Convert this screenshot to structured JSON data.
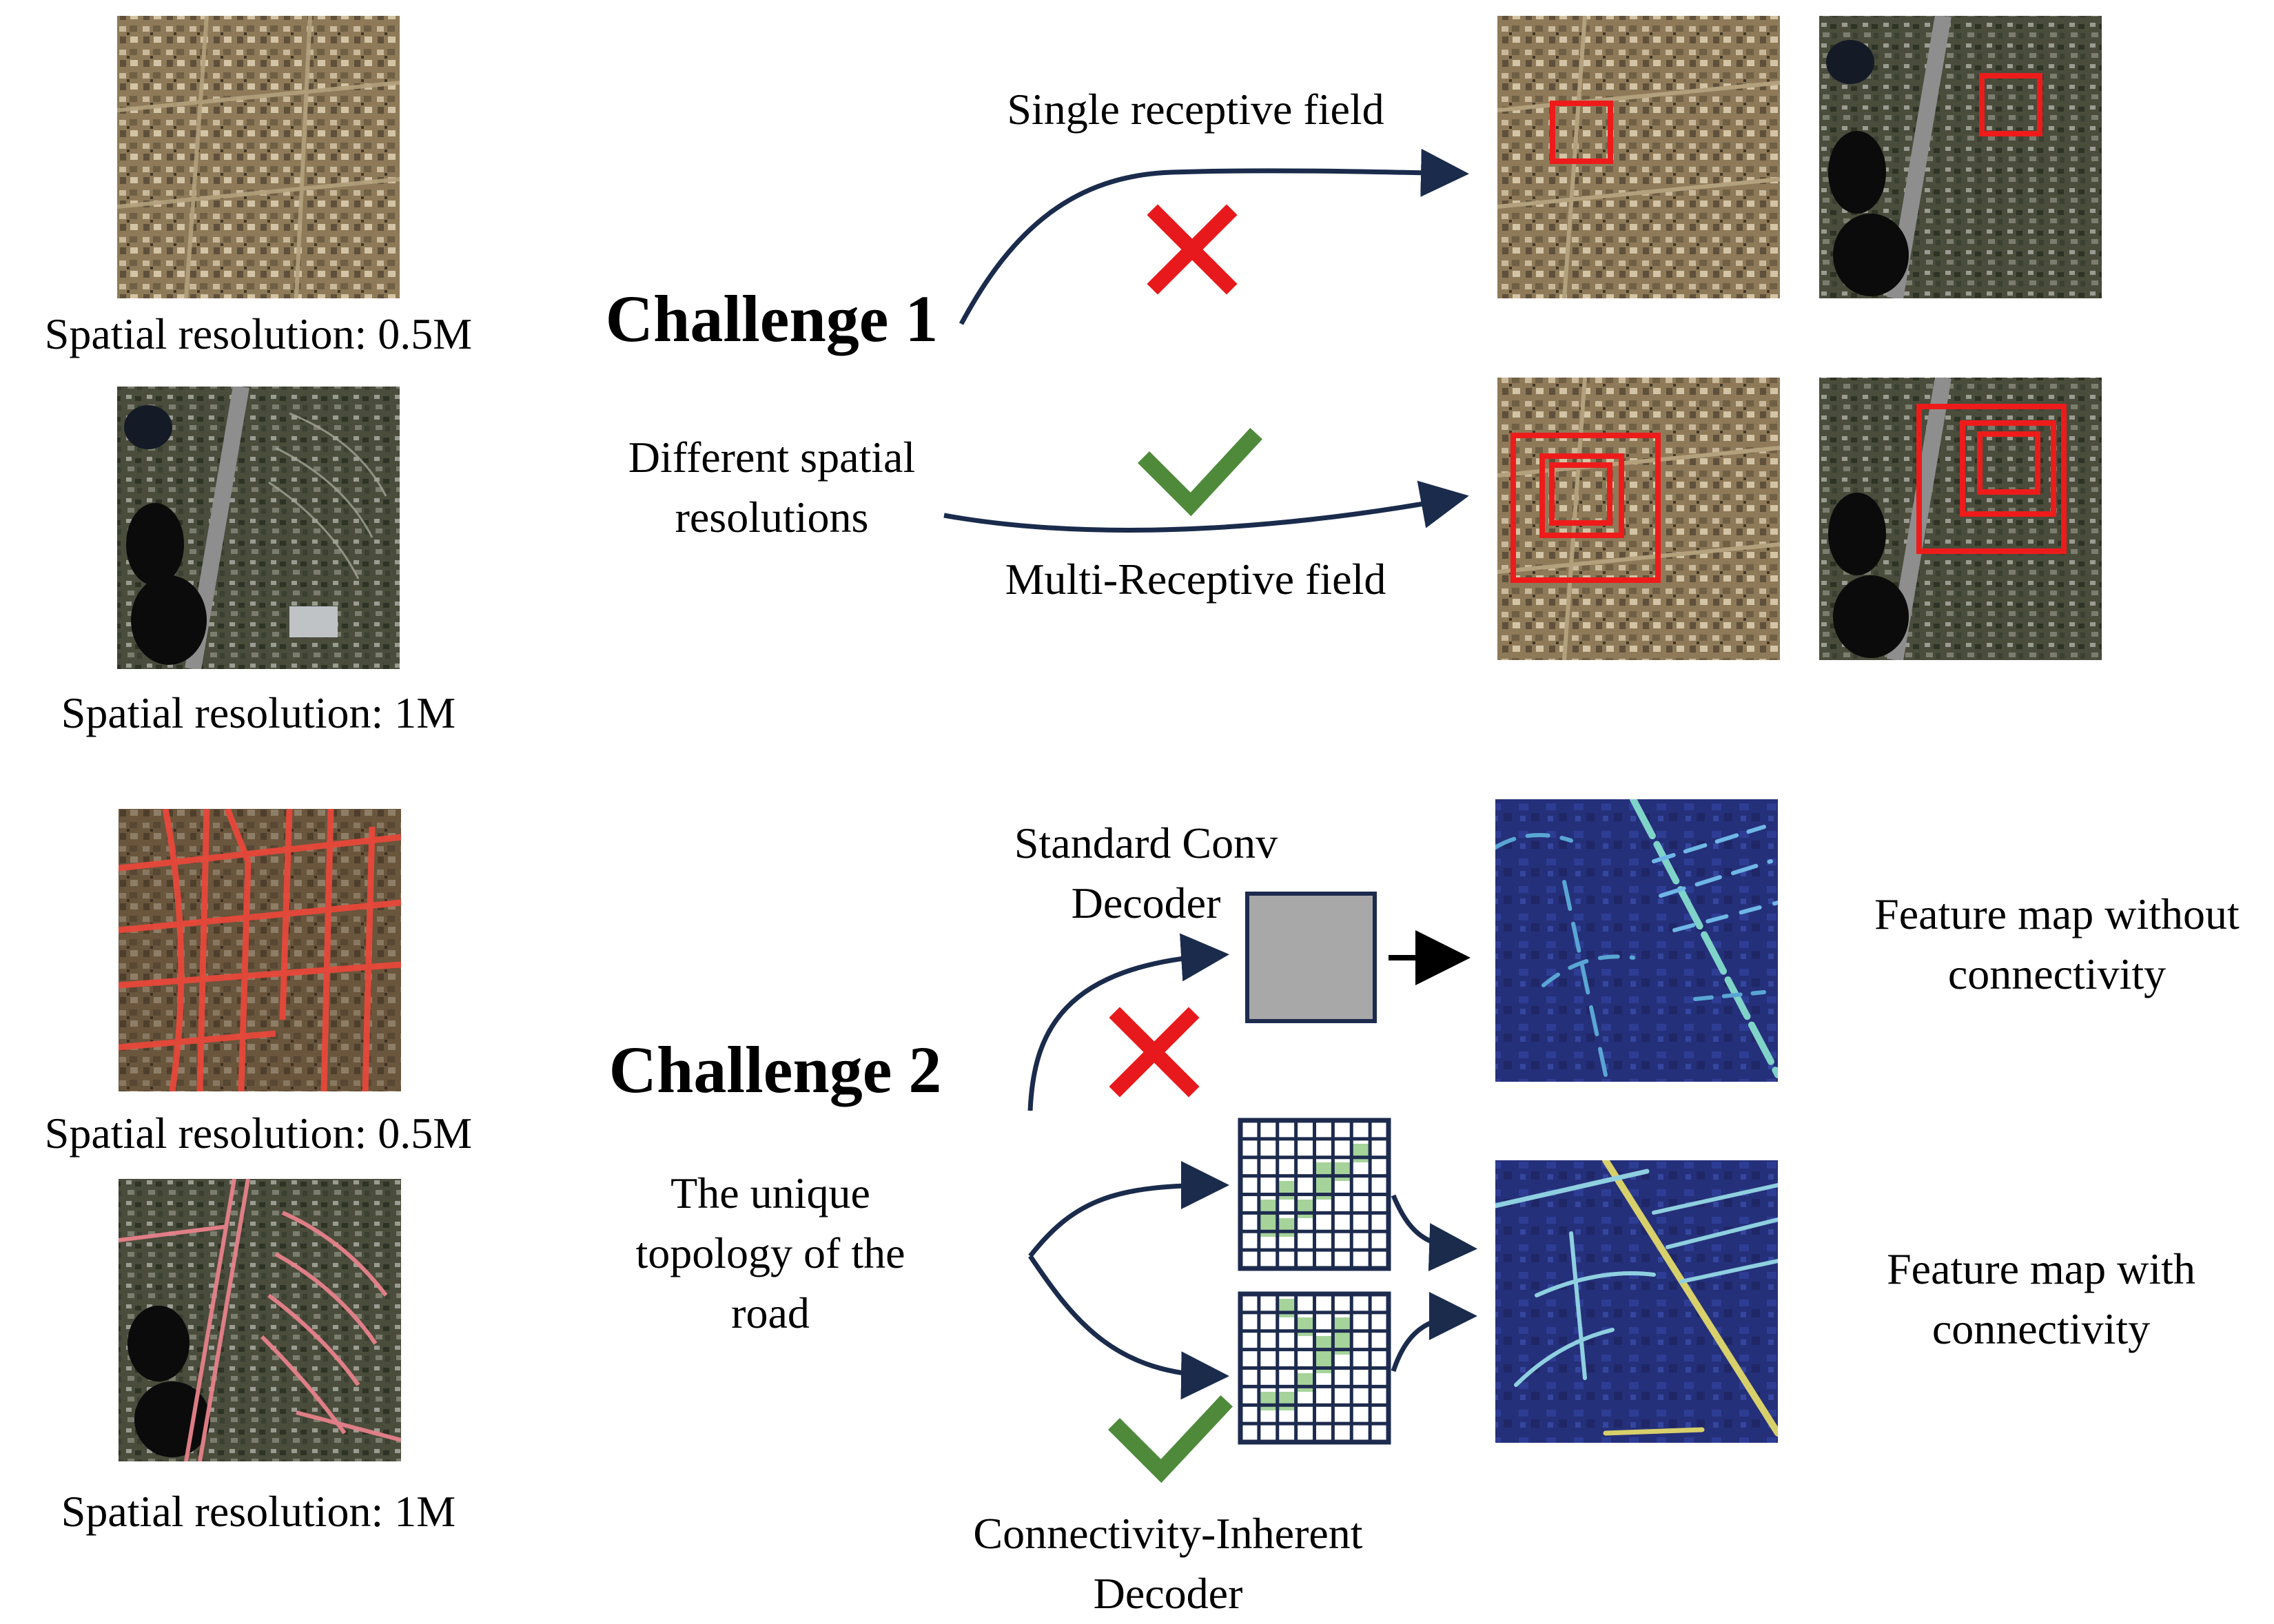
{
  "colors": {
    "arrow": "#1a2b4c",
    "cross": "#e8191c",
    "check": "#4e8a3a",
    "receptive_box": "#ee1b1b",
    "decoder_box_fill": "#a8a8a8",
    "grid_line": "#1d2b4e",
    "grid_cell_highlight": "#a6d39a",
    "road_overlay": "#e8483a"
  },
  "left_column": {
    "res_label_1": "Spatial resolution: 0.5M",
    "res_label_2": "Spatial resolution: 1M",
    "res_label_3": "Spatial resolution: 0.5M",
    "res_label_4": "Spatial resolution: 1M"
  },
  "challenge1": {
    "title": "Challenge 1",
    "description_line1": "Different spatial",
    "description_line2": "resolutions",
    "single_field_label": "Single receptive field",
    "multi_field_label": "Multi-Receptive field"
  },
  "challenge2": {
    "title": "Challenge 2",
    "description_line1": "The unique",
    "description_line2": "topology of the",
    "description_line3": "road",
    "standard_conv_line1": "Standard Conv",
    "standard_conv_line2": "Decoder",
    "connectivity_decoder_line1": "Connectivity-Inherent",
    "connectivity_decoder_line2": "Decoder",
    "fmap_without_line1": "Feature map without",
    "fmap_without_line2": "connectivity",
    "fmap_with_line1": "Feature map with",
    "fmap_with_line2": "connectivity"
  },
  "icons": {
    "cross": "cross-icon",
    "check": "check-icon"
  }
}
